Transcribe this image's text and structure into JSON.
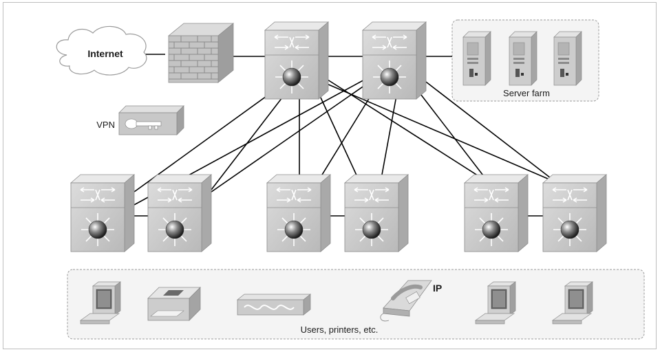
{
  "diagram": {
    "labels": {
      "internet": "Internet",
      "vpn": "VPN",
      "server_farm": "Server farm",
      "users": "Users, printers, etc.",
      "ip_phone": "IP"
    },
    "nodes": {
      "core_switches": [
        "core-switch-1",
        "core-switch-2"
      ],
      "distribution_switches": [
        "dist-switch-1",
        "dist-switch-2",
        "dist-switch-3",
        "dist-switch-4",
        "dist-switch-5",
        "dist-switch-6"
      ],
      "servers": [
        "server-1",
        "server-2",
        "server-3"
      ],
      "endpoints": [
        "workstation",
        "printer",
        "hub",
        "ip-phone",
        "workstation",
        "workstation"
      ]
    },
    "colors": {
      "device_front": "#cfcfcf",
      "device_top": "#e9e9e9",
      "device_side": "#a9a9a9",
      "link": "#000000",
      "group_border": "#9a9a9a",
      "group_fill": "#f4f4f4"
    }
  }
}
